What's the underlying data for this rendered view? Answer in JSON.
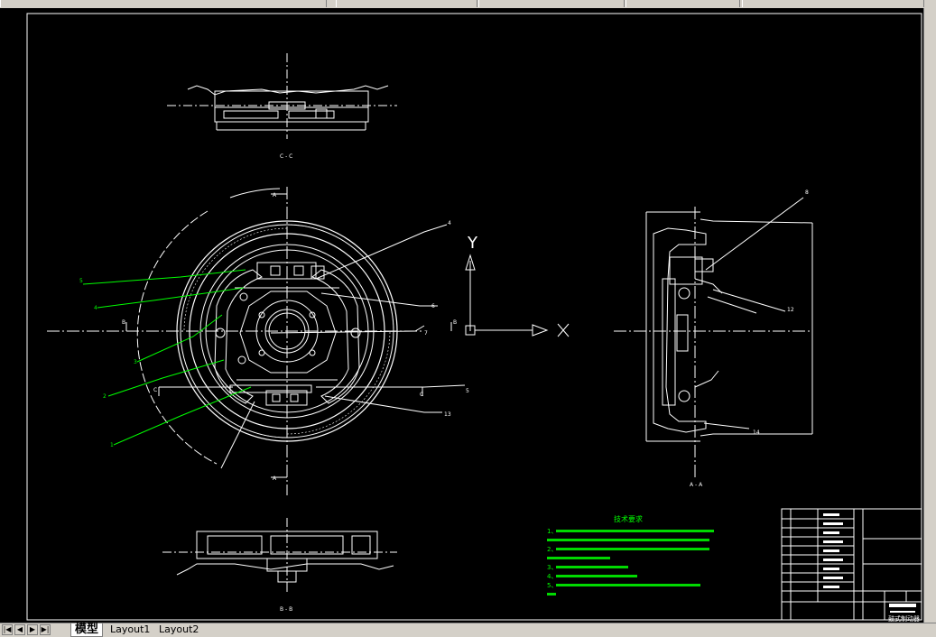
{
  "tabs": [
    {
      "label": "模型",
      "active": true
    },
    {
      "label": "Layout1",
      "active": false
    },
    {
      "label": "Layout2",
      "active": false
    }
  ],
  "nav_buttons": [
    "|◀",
    "◀",
    "▶",
    "▶|"
  ],
  "drawing": {
    "section_cc_label": "C - C",
    "section_aa_label": "A - A",
    "section_bb_label": "B - B",
    "axis_y_label": "Y",
    "axis_x_label": "X",
    "part_numbers_green": [
      "5",
      "4",
      "3",
      "2",
      "1"
    ],
    "part_numbers_white": [
      "4",
      "6",
      "7",
      "5",
      "13",
      "8",
      "12",
      "14"
    ],
    "section_marks": {
      "a_top": "A",
      "a_bottom": "A",
      "b_left": "B",
      "b_right": "B",
      "c_left": "C",
      "c_right": "C"
    }
  },
  "tech_requirements": {
    "title": "技术要求",
    "lines": [
      "1、",
      "",
      "2、",
      "",
      "3、",
      "4、",
      "5、",
      ""
    ]
  },
  "title_block": {
    "drawing_name": "鼓式制动器"
  },
  "colors": {
    "canvas": "#000000",
    "line": "#ffffff",
    "green": "#00ff00",
    "chrome": "#d4d0c8"
  }
}
